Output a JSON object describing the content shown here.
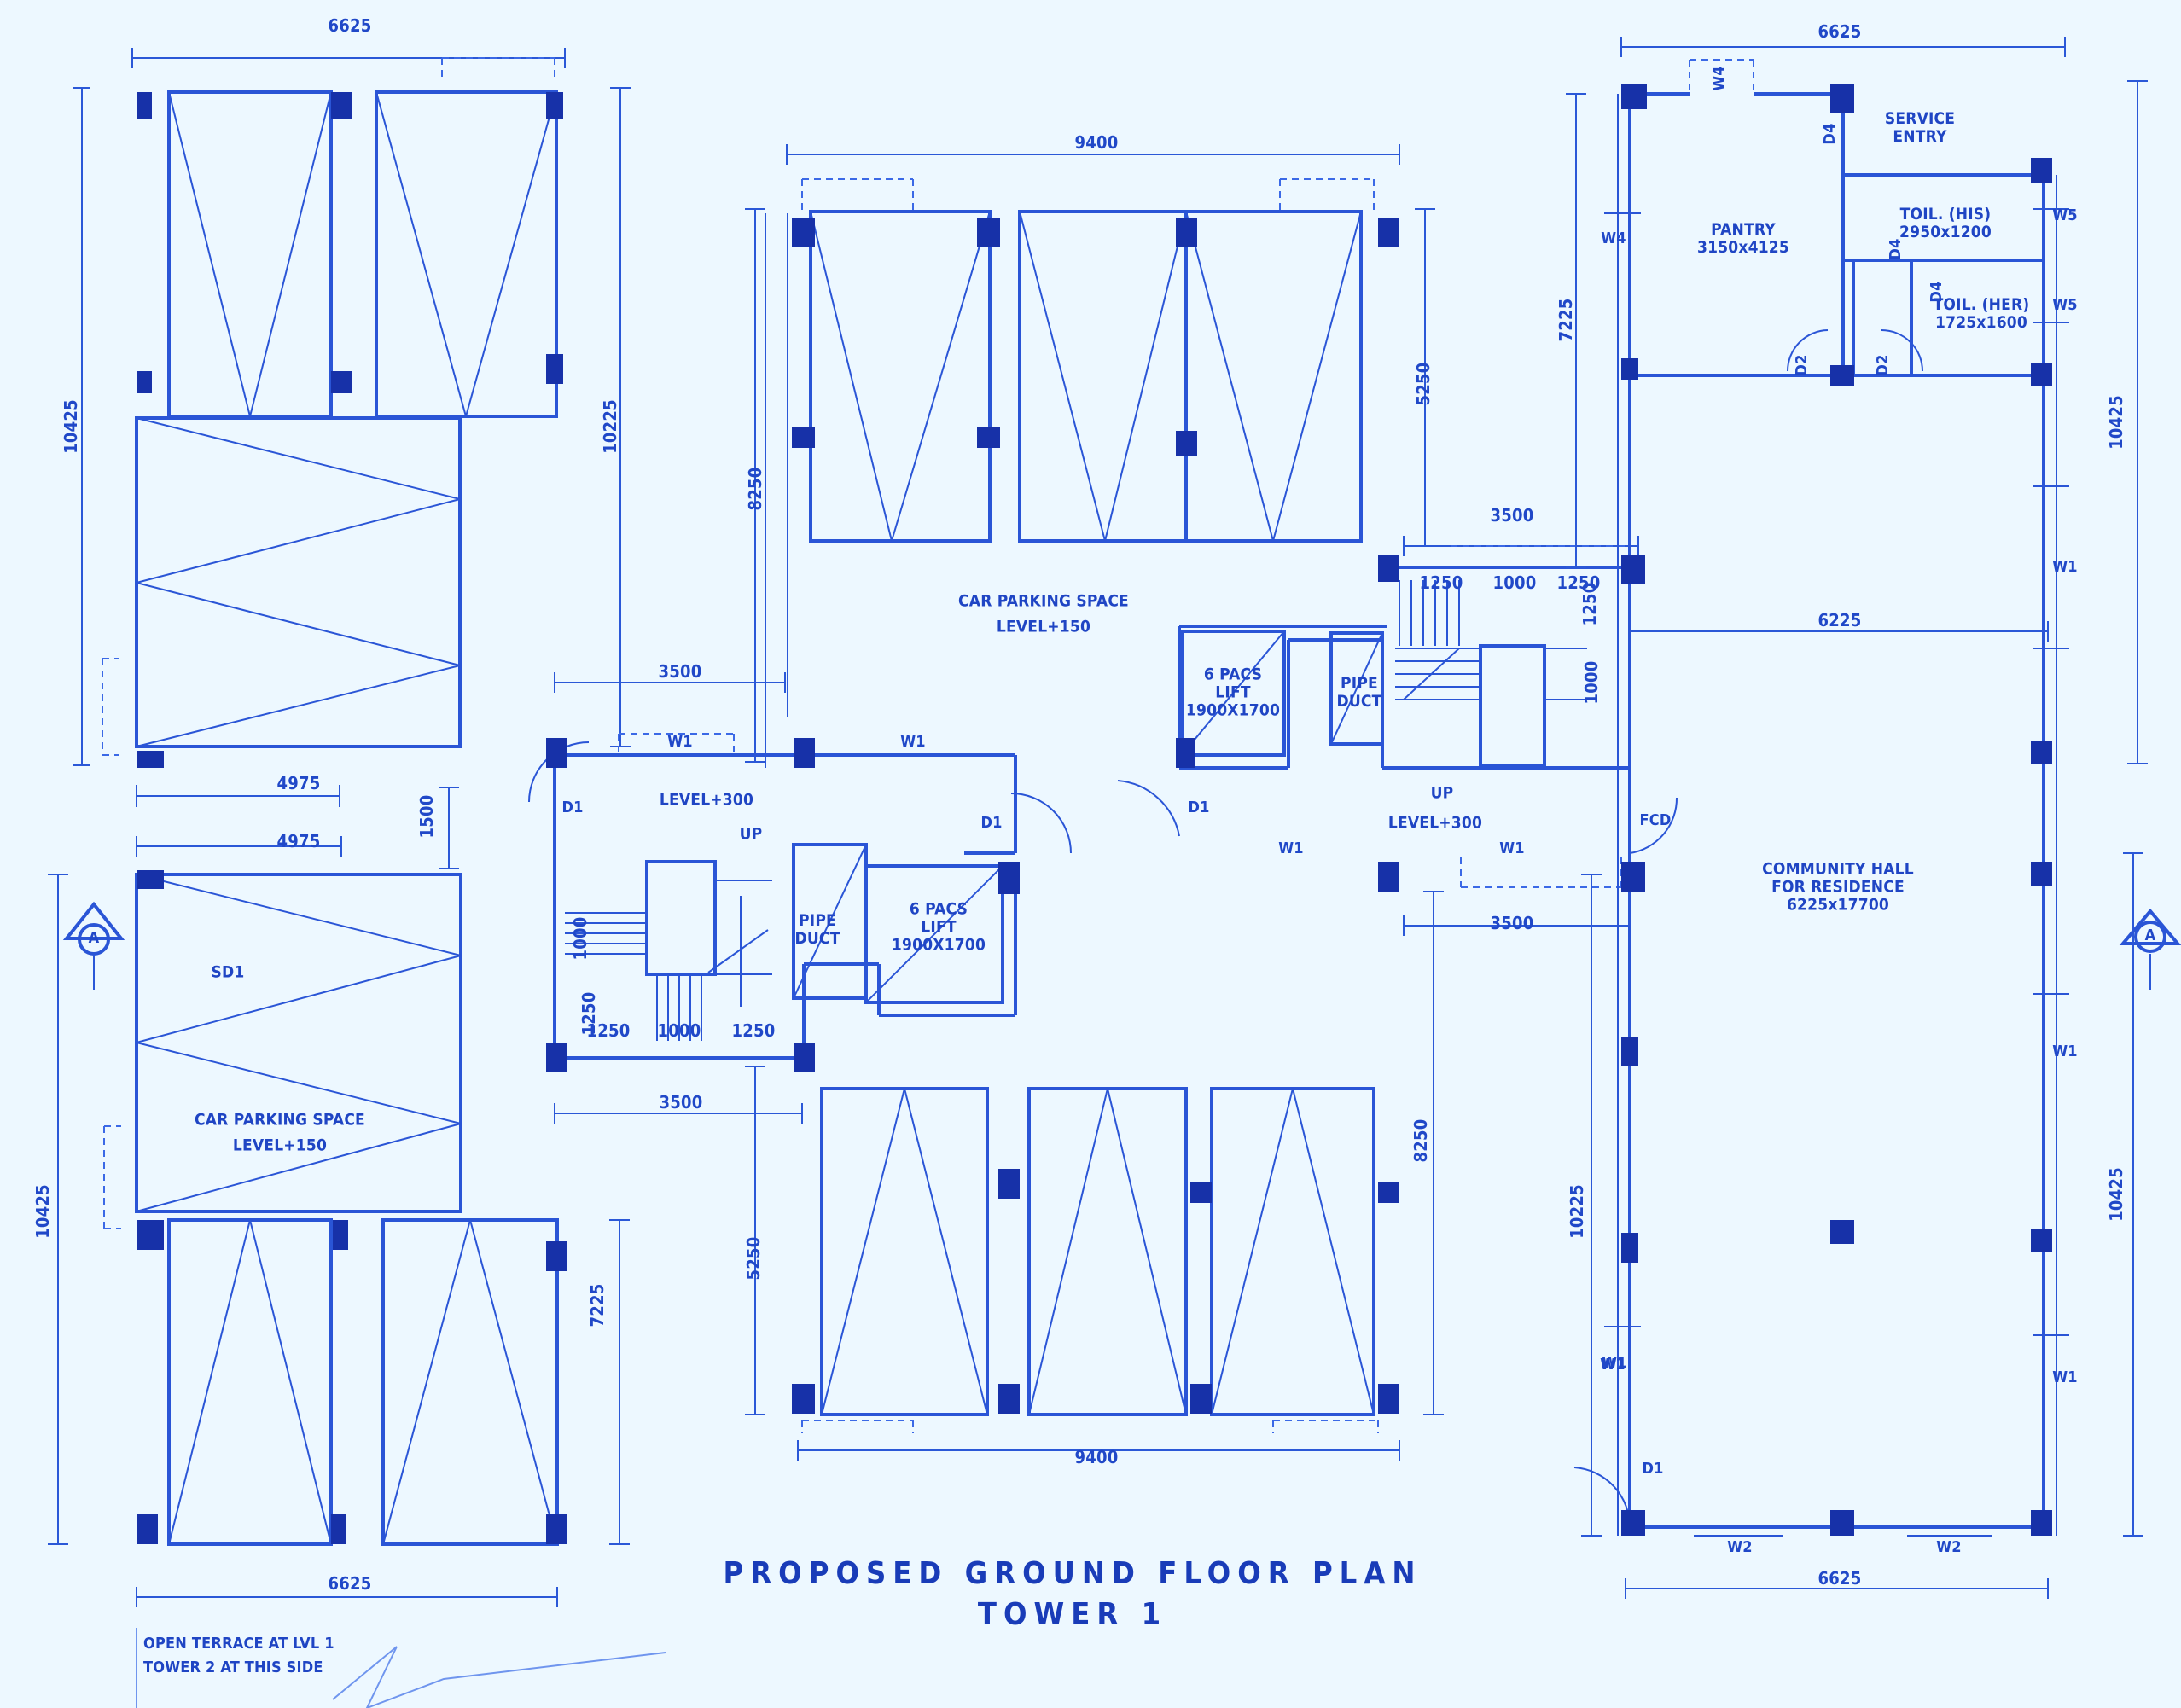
{
  "title": {
    "line1": "PROPOSED GROUND FLOOR PLAN",
    "line2": "TOWER 1"
  },
  "colors": {
    "background": "#edf8ff",
    "line": "#2a55d6",
    "column": "#1731a8",
    "text": "#1f45c4"
  },
  "dimensions": {
    "top_left_width": "6625",
    "top_left_height": "10425",
    "top_left_inner_height": "10225",
    "top_left_bottom_width": "4975",
    "gap_height": "1500",
    "lower_left_top_width": "4975",
    "lower_left_height": "10425",
    "lower_left_inner_height": "7225",
    "lower_left_bottom_width": "6625",
    "middle_top_width": "9400",
    "middle_top_height": "8250",
    "middle_top_side_height": "5250",
    "middle_bottom_width": "9400",
    "middle_bottom_height": "5250",
    "middle_bottom_side_height": "8250",
    "core_left_top": "3500",
    "core_left_bottom": "3500",
    "core_right_top": "3500",
    "core_right_bottom": "3500",
    "stair_left_a": "1250",
    "stair_left_b": "1000",
    "stair_left_c": "1250",
    "stair_left_d": "1250",
    "stair_left_e": "1000",
    "stair_right_a": "1250",
    "stair_right_b": "1000",
    "stair_right_c": "1250",
    "stair_right_d": "1250",
    "stair_right_e": "1000",
    "right_top_width": "6625",
    "right_top_height": "7225",
    "right_side_height": "10425",
    "right_mid_width": "6225",
    "right_lower_height": "10225",
    "right_lower_side_height": "10425",
    "right_bottom_width": "6625"
  },
  "rooms": {
    "car_parking_top": "CAR PARKING SPACE",
    "car_parking_top_level": "LEVEL+150",
    "car_parking_left": "CAR PARKING SPACE",
    "car_parking_left_level": "LEVEL+150",
    "sd1": "SD1",
    "core_left_level": "LEVEL+300",
    "core_right_level": "LEVEL+300",
    "up_left": "UP",
    "up_right": "UP",
    "pipe_duct_left": "PIPE\nDUCT",
    "pipe_duct_right": "PIPE\nDUCT",
    "lift_left": "6 PACS\nLIFT\n1900X1700",
    "lift_right": "6 PACS\nLIFT\n1900X1700",
    "pantry": "PANTRY\n3150x4125",
    "toilet_his": "TOIL. (HIS)\n2950x1200",
    "toilet_her": "TOIL. (HER)\n1725x1600",
    "service_entry": "SERVICE\nENTRY",
    "community_hall": "COMMUNITY HALL\nFOR RESIDENCE\n6225x17700",
    "open_terrace_note": "OPEN TERRACE AT LVL 1\nTOWER 2 AT THIS SIDE"
  },
  "tags": {
    "w1_a": "W1",
    "w1_b": "W1",
    "w1_c": "W1",
    "w1_d": "W1",
    "w1_e": "W1",
    "w1_f": "W1",
    "w1_g": "W1",
    "w1_h": "W1",
    "w1_i": "W1",
    "w2_a": "W2",
    "w2_b": "W2",
    "w4_a": "W4",
    "w4_b": "W4",
    "w5_a": "W5",
    "w5_b": "W5",
    "d1_a": "D1",
    "d1_b": "D1",
    "d1_c": "D1",
    "d1_d": "D1",
    "d2_a": "D2",
    "d2_b": "D2",
    "d4_a": "D4",
    "d4_b": "D4",
    "d4_c": "D4",
    "fcd": "FCD",
    "section_left": "A",
    "section_right": "A"
  }
}
